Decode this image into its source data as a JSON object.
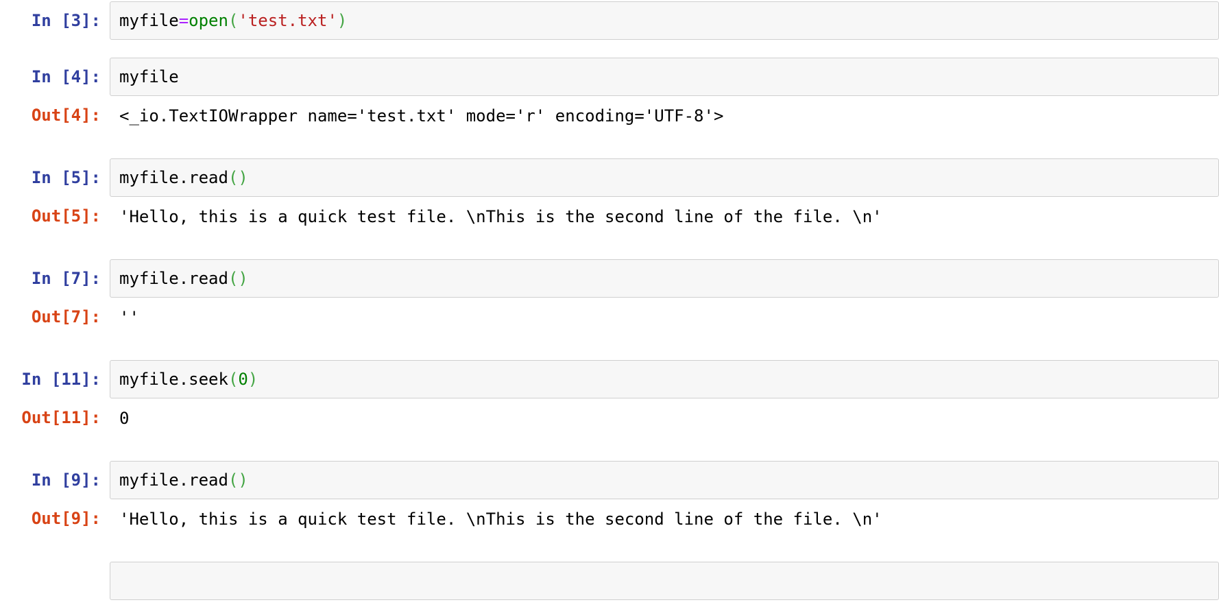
{
  "app": {
    "name": "Jupyter Notebook",
    "view": "code-cells"
  },
  "colors": {
    "in_prompt": "#303F9F",
    "out_prompt": "#D84315",
    "operator": "#AA22FF",
    "builtin": "#008000",
    "string": "#BA2121",
    "number": "#008000",
    "bracket": "#44A544",
    "code_plain": "#000000",
    "input_bg": "#F7F7F7",
    "input_border": "#CFCFCF"
  },
  "cells": [
    {
      "in_prompt": "In [3]:",
      "code": [
        {
          "text": "myfile",
          "type": "plain"
        },
        {
          "text": "=",
          "type": "operator"
        },
        {
          "text": "open",
          "type": "builtin"
        },
        {
          "text": "(",
          "type": "bracket"
        },
        {
          "text": "'test.txt'",
          "type": "string"
        },
        {
          "text": ")",
          "type": "bracket"
        }
      ],
      "out_prompt": null,
      "output": null
    },
    {
      "in_prompt": "In [4]:",
      "code": [
        {
          "text": "myfile",
          "type": "plain"
        }
      ],
      "out_prompt": "Out[4]:",
      "output": "<_io.TextIOWrapper name='test.txt' mode='r' encoding='UTF-8'>"
    },
    {
      "in_prompt": "In [5]:",
      "code": [
        {
          "text": "myfile.read",
          "type": "plain"
        },
        {
          "text": "(",
          "type": "bracket"
        },
        {
          "text": ")",
          "type": "bracket"
        }
      ],
      "out_prompt": "Out[5]:",
      "output": "'Hello, this is a quick test file. \\nThis is the second line of the file. \\n'"
    },
    {
      "in_prompt": "In [7]:",
      "code": [
        {
          "text": "myfile.read",
          "type": "plain"
        },
        {
          "text": "(",
          "type": "bracket"
        },
        {
          "text": ")",
          "type": "bracket"
        }
      ],
      "out_prompt": "Out[7]:",
      "output": "''"
    },
    {
      "in_prompt": "In [11]:",
      "code": [
        {
          "text": "myfile.seek",
          "type": "plain"
        },
        {
          "text": "(",
          "type": "bracket"
        },
        {
          "text": "0",
          "type": "number"
        },
        {
          "text": ")",
          "type": "bracket"
        }
      ],
      "out_prompt": "Out[11]:",
      "output": "0"
    },
    {
      "in_prompt": "In [9]:",
      "code": [
        {
          "text": "myfile.read",
          "type": "plain"
        },
        {
          "text": "(",
          "type": "bracket"
        },
        {
          "text": ")",
          "type": "bracket"
        }
      ],
      "out_prompt": "Out[9]:",
      "output": "'Hello, this is a quick test file. \\nThis is the second line of the file. \\n'"
    },
    {
      "in_prompt": "",
      "code": [],
      "out_prompt": null,
      "output": null
    }
  ]
}
